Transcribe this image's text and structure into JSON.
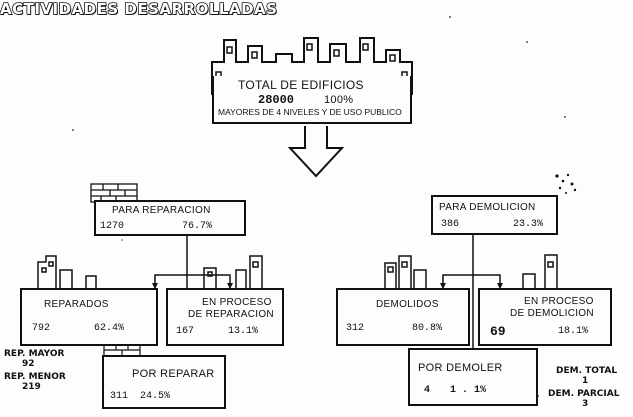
{
  "title": "ACTIVIDADES DESARROLLADAS",
  "total": {
    "label": "TOTAL DE EDIFICIOS",
    "count": "28000",
    "percent": "100%",
    "note": "MAYORES DE 4 NIVELES Y DE USO PUBLICO"
  },
  "reparacion": {
    "label": "PARA REPARACION",
    "count": "1270",
    "percent": "76.7%",
    "reparados": {
      "label": "REPARADOS",
      "count": "792",
      "percent": "62.4%"
    },
    "en_proceso": {
      "label_line1": "EN PROCESO",
      "label_line2": "DE REPARACION",
      "count": "167",
      "percent": "13.1%"
    },
    "por_reparar": {
      "label": "POR REPARAR",
      "count": "311",
      "percent": "24.5%"
    },
    "rep_mayor": {
      "label": "REP. MAYOR",
      "count": "92"
    },
    "rep_menor": {
      "label": "REP. MENOR",
      "count": "219"
    }
  },
  "demolicion": {
    "label": "PARA DEMOLICION",
    "count": "386",
    "percent": "23.3%",
    "demolidos": {
      "label": "DEMOLIDOS",
      "count": "312",
      "percent": "80.8%"
    },
    "en_proceso": {
      "label_line1": "EN PROCESO",
      "label_line2": "DE DEMOLICION",
      "count": "69",
      "percent": "18.1%"
    },
    "por_demoler": {
      "label": "POR DEMOLER",
      "count": "4",
      "percent": "1 . 1%"
    },
    "dem_total": {
      "label": "DEM. TOTAL",
      "count": "1"
    },
    "dem_parcial": {
      "label": "DEM. PARCIAL",
      "count": "3"
    }
  }
}
